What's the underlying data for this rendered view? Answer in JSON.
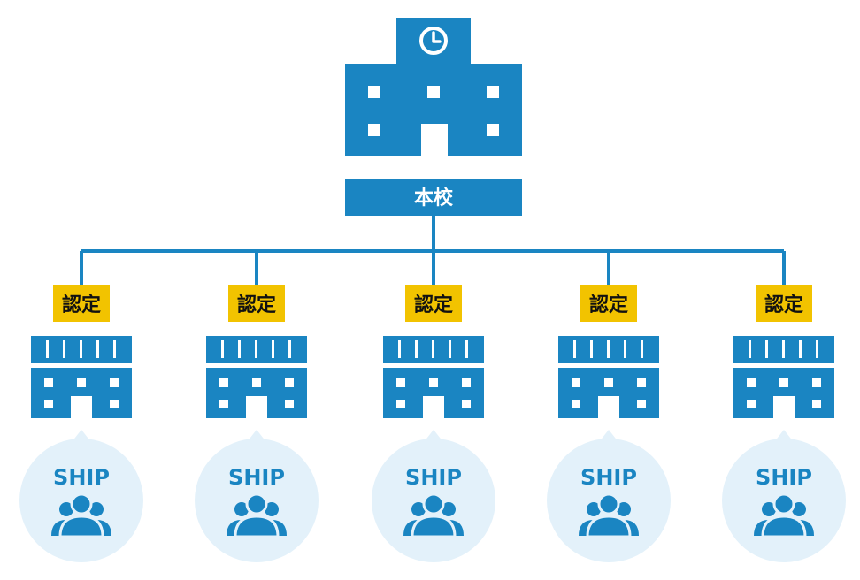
{
  "colors": {
    "primary": "#1a85c2",
    "badge": "#f2c300",
    "badge_text": "#111111",
    "bubble": "#e3f1fa",
    "window": "#ffffff"
  },
  "main_school": {
    "label": "本校",
    "icon": "clock-icon"
  },
  "branches": [
    {
      "badge": "認定",
      "bubble_text": "SHIP",
      "icon": "people-group-icon"
    },
    {
      "badge": "認定",
      "bubble_text": "SHIP",
      "icon": "people-group-icon"
    },
    {
      "badge": "認定",
      "bubble_text": "SHIP",
      "icon": "people-group-icon"
    },
    {
      "badge": "認定",
      "bubble_text": "SHIP",
      "icon": "people-group-icon"
    },
    {
      "badge": "認定",
      "bubble_text": "SHIP",
      "icon": "people-group-icon"
    }
  ]
}
